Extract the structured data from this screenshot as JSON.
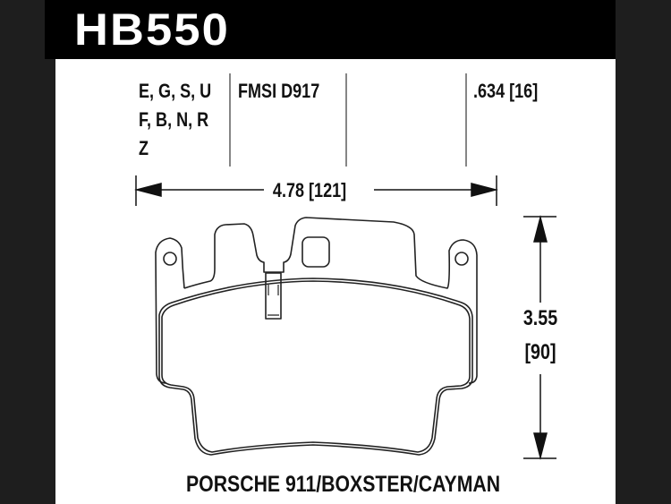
{
  "part_number": "HB550",
  "compounds": [
    "E, G, S, U",
    "F, B, N, R",
    "Z"
  ],
  "fmsi": "FMSI D917",
  "thickness": ".634 [16]",
  "width": "4.78 [121]",
  "height_in": "3.55",
  "height_mm": "[90]",
  "application": "PORSCHE 911/BOXSTER/CAYMAN"
}
